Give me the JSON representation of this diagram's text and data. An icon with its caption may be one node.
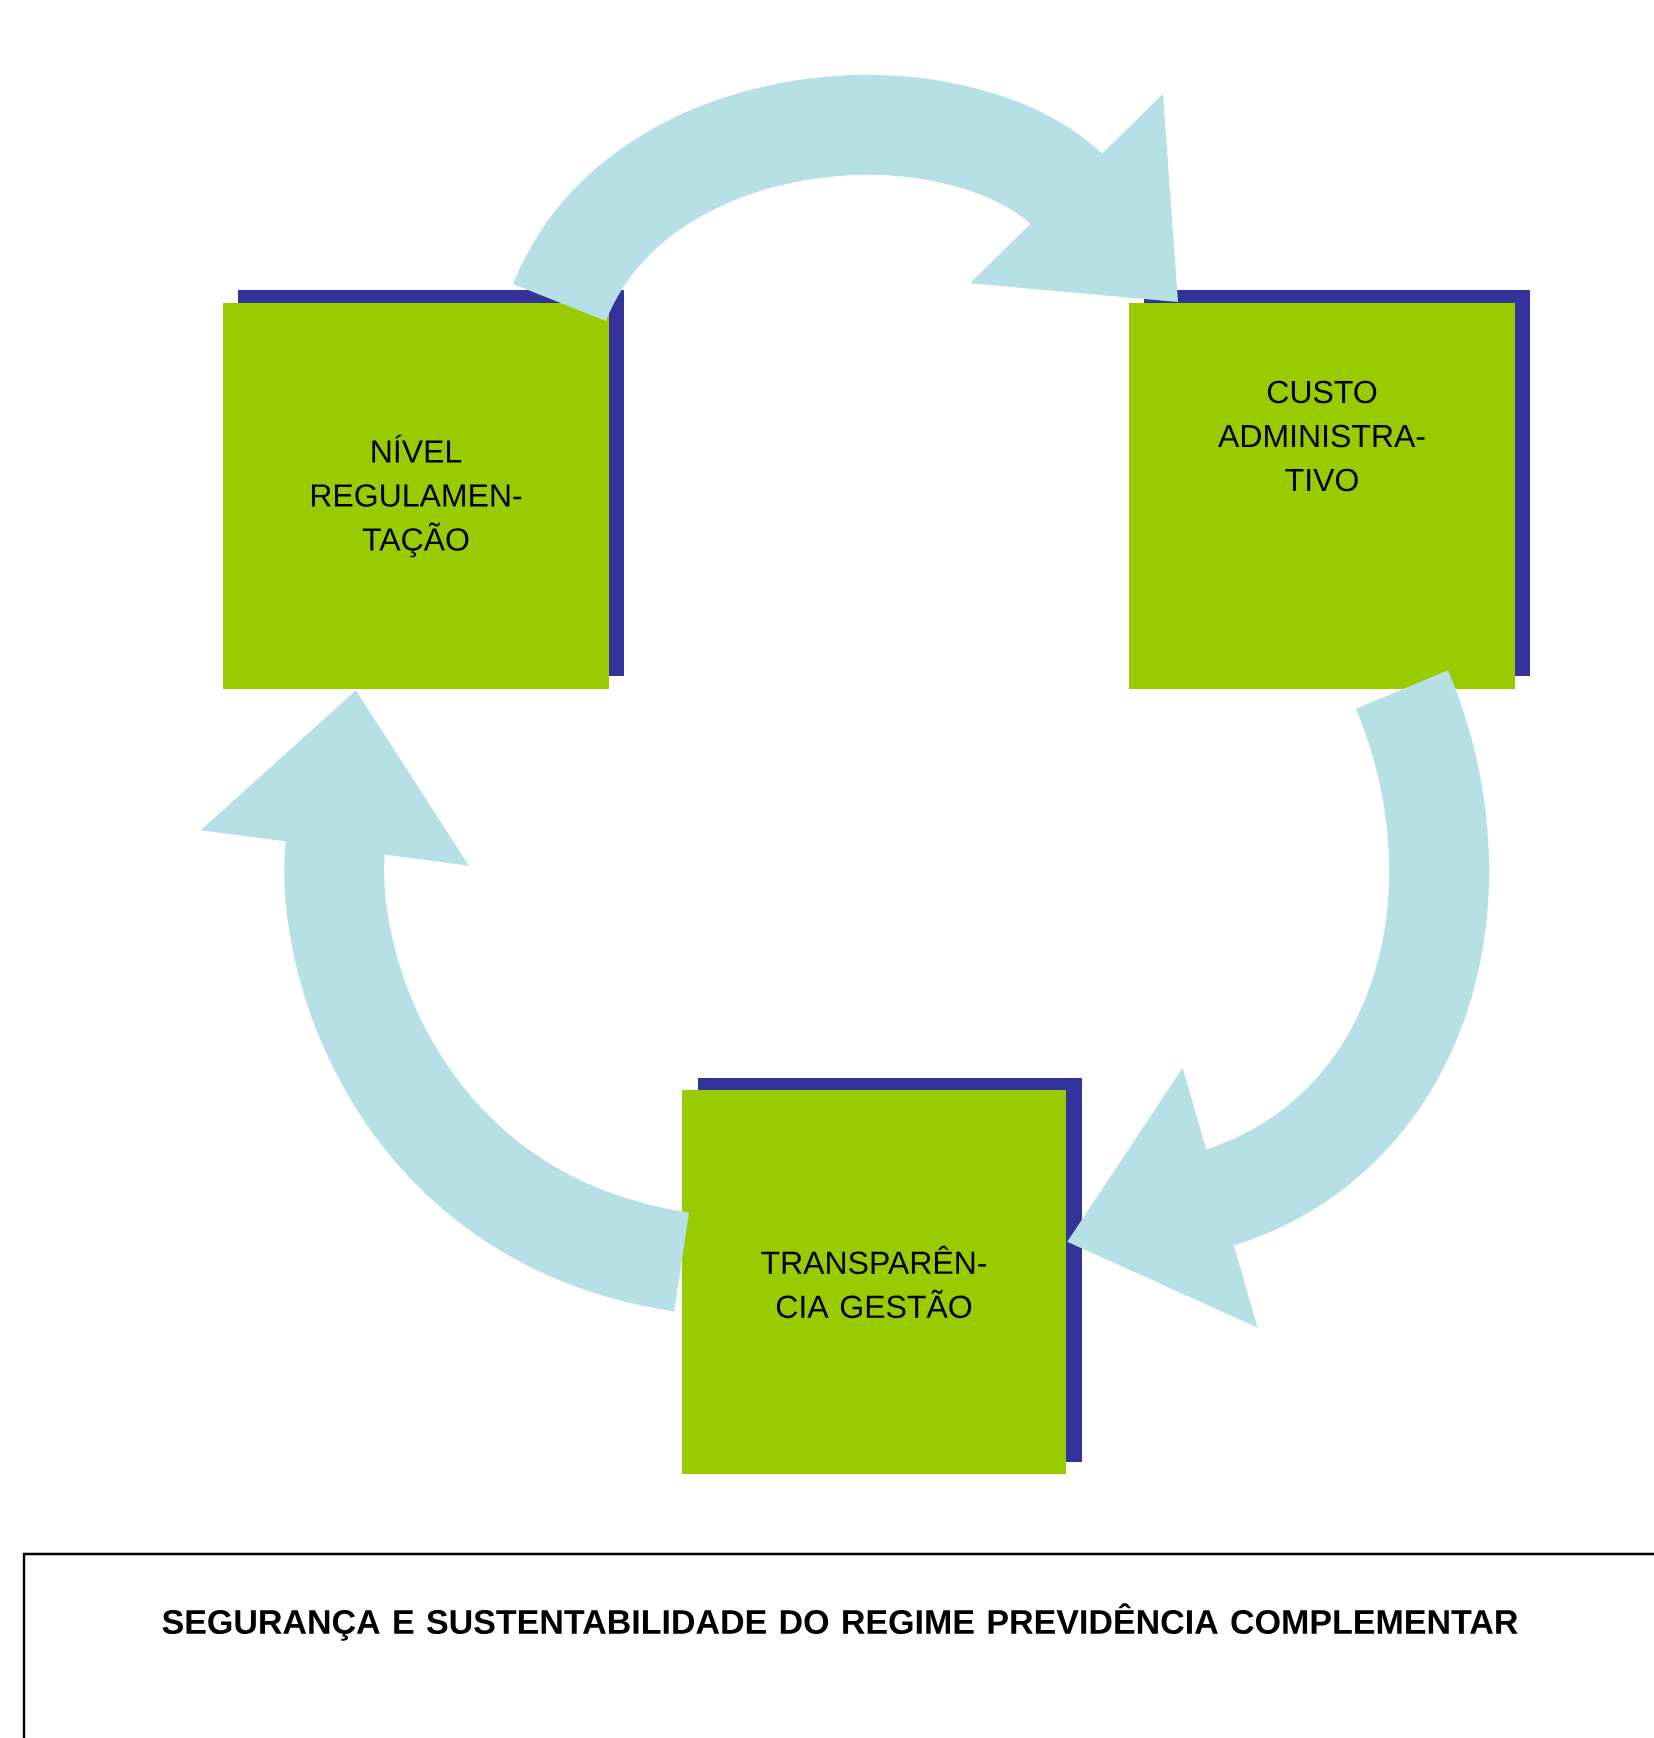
{
  "diagram": {
    "nodes": [
      {
        "text": [
          "NÍVEL REGULAMEN-TAÇÃO"
        ]
      },
      {
        "text": [
          "CUSTO ADMINISTRA-TIVO"
        ]
      },
      {
        "text": [
          "TRANSPARÊN-CIA GESTÃO"
        ]
      },
      {
        "text": [
          "SEGURANÇA E SUSTENTABILIDADE DO REGIME PREVIDÊNCIA COMPLEMENTAR"
        ]
      }
    ],
    "edges": [
      {
        "from": 0,
        "to": 1,
        "arrow": "to"
      },
      {
        "from": 1,
        "to": 2,
        "arrow": "to"
      },
      {
        "from": 2,
        "to": 0,
        "arrow": "to"
      }
    ]
  }
}
